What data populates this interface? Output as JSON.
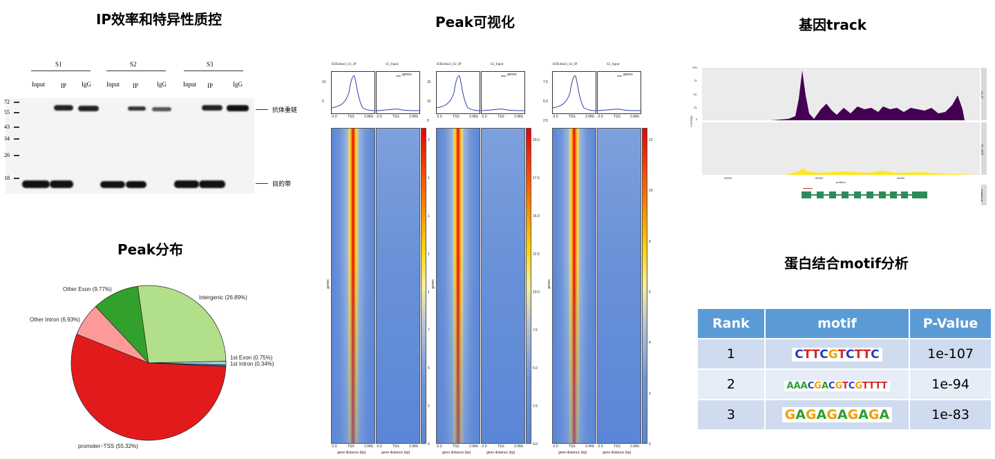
{
  "titles": {
    "ip": "IP效率和特异性质控",
    "peak_vis": "Peak可视化",
    "gene_track": "基因track",
    "peak_dist": "Peak分布",
    "motif": "蛋白结合motif分析"
  },
  "western": {
    "groups": [
      "S1",
      "S2",
      "S3"
    ],
    "lanes": [
      "Input",
      "IP",
      "IgG",
      "Input",
      "IP",
      "IgG",
      "Input",
      "IP",
      "IgG"
    ],
    "markers": [
      "72",
      "55",
      "43",
      "34",
      "26",
      "18"
    ],
    "annotations": {
      "heavy_chain": "抗体重链",
      "target_band": "目的带"
    }
  },
  "heatmaps": [
    {
      "ip_title": "H3K4me3_S1_IP",
      "input_title": "S1_Input",
      "profile_ticks": [
        "10",
        "5"
      ],
      "cbar_ticks": [
        "2",
        "1",
        "1",
        "1",
        "1",
        "7",
        "5",
        "2",
        "0"
      ]
    },
    {
      "ip_title": "H3K4me3_S2_IP",
      "input_title": "S2_Input",
      "profile_ticks": [
        "15",
        "10",
        "5"
      ],
      "cbar_ticks": [
        "20.0",
        "17.5",
        "15.0",
        "12.5",
        "10.0",
        "7.5",
        "5.0",
        "2.5",
        "0.0"
      ]
    },
    {
      "ip_title": "H3K4me3_S3_IP",
      "input_title": "S3_Input",
      "profile_ticks": [
        "7.5",
        "5.0",
        "2.5"
      ],
      "cbar_ticks": [
        "12",
        "10",
        "8",
        "6",
        "4",
        "2",
        "0"
      ]
    }
  ],
  "heatmap_common": {
    "legend": "genes",
    "xticks": [
      "-2.0",
      "TSS",
      "2.0Kb"
    ],
    "xlabel": "gene distance (bp)",
    "ylabel": "genes"
  },
  "track": {
    "y_ticks": [
      "100",
      "75",
      "50",
      "25",
      "0"
    ],
    "x_ticks": [
      "50000",
      "52000",
      "54000"
    ],
    "xlabel": "position",
    "ylabel": "coverage",
    "panel_labels": [
      "S1_IP",
      "S1_input"
    ],
    "side_label": "annotation",
    "colors": {
      "ip": "#440154",
      "input": "#fde725",
      "gene": "#2e8b57"
    }
  },
  "chart_data": {
    "type": "pie",
    "title": "",
    "slices": [
      {
        "label": "promoter~TSS",
        "value": 55.32,
        "display": "promoter~TSS (55.32%)",
        "color": "#e31a1c"
      },
      {
        "label": "Other Intron",
        "value": 6.93,
        "display": "Other Intron (6.93%)",
        "color": "#fb9a99"
      },
      {
        "label": "Other Exon",
        "value": 9.77,
        "display": "Other Exon (9.77%)",
        "color": "#33a02c"
      },
      {
        "label": "Intergenic",
        "value": 26.89,
        "display": "Intergenic (26.89%)",
        "color": "#b2df8a"
      },
      {
        "label": "1st Exon",
        "value": 0.75,
        "display": "1st Exon (0.75%)",
        "color": "#a6cee3"
      },
      {
        "label": "1st Intron",
        "value": 0.34,
        "display": "1st Intron (0.34%)",
        "color": "#1f78b4"
      }
    ]
  },
  "motif_table": {
    "headers": [
      "Rank",
      "motif",
      "P-Value"
    ],
    "rows": [
      {
        "rank": "1",
        "motif": "CTTCGTCTTC",
        "pvalue": "1e-107"
      },
      {
        "rank": "2",
        "motif": "AAACGACGTCGTTTT",
        "pvalue": "1e-94"
      },
      {
        "rank": "3",
        "motif": "GAGAGAGAGA",
        "pvalue": "1e-83"
      }
    ]
  }
}
